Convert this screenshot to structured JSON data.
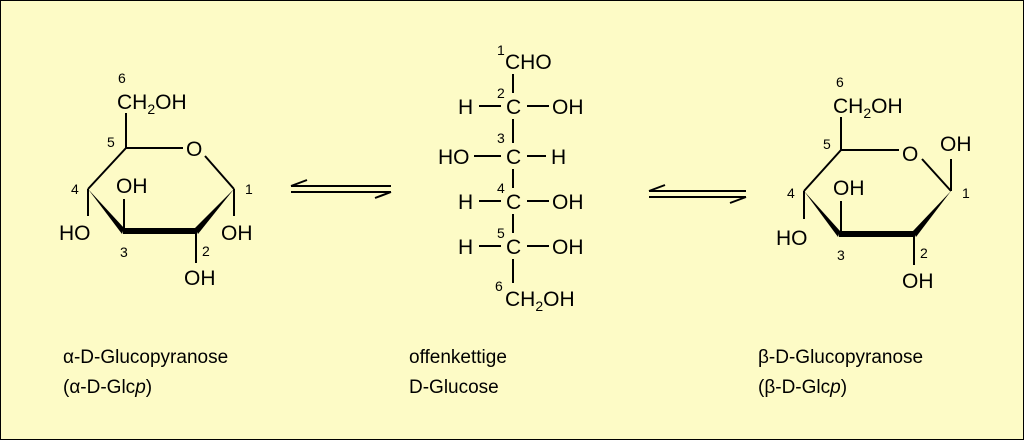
{
  "alpha": {
    "ch2oh": {
      "a": "CH",
      "sub": "2",
      "b": "OH"
    },
    "ring_o": "O",
    "oh3": "OH",
    "ho4": "HO",
    "oh2": "OH",
    "oh1": "OH",
    "nums": [
      "1",
      "2",
      "3",
      "4",
      "5",
      "6"
    ],
    "caption_line1": "α-D-Glucopyranose",
    "caption_line2_pre": "(α-D-Glc",
    "caption_line2_italic": "p",
    "caption_line2_post": ")"
  },
  "open": {
    "cho": "CHO",
    "rows": [
      {
        "left": "H",
        "right": "OH"
      },
      {
        "left": "HO",
        "right": "H"
      },
      {
        "left": "H",
        "right": "OH"
      },
      {
        "left": "H",
        "right": "OH"
      }
    ],
    "carbon": "C",
    "ch2oh": {
      "a": "CH",
      "sub": "2",
      "b": "OH"
    },
    "nums": [
      "1",
      "2",
      "3",
      "4",
      "5",
      "6"
    ],
    "caption_line1": "offenkettige",
    "caption_line2": "D-Glucose"
  },
  "beta": {
    "ch2oh": {
      "a": "CH",
      "sub": "2",
      "b": "OH"
    },
    "ring_o": "O",
    "oh3": "OH",
    "ho4": "HO",
    "oh2": "OH",
    "oh1": "OH",
    "nums": [
      "1",
      "2",
      "3",
      "4",
      "5",
      "6"
    ],
    "caption_line1": "β-D-Glucopyranose",
    "caption_line2_pre": "(β-D-Glc",
    "caption_line2_italic": "p",
    "caption_line2_post": ")"
  },
  "colors": {
    "background": "#fdfbc6",
    "ink": "#000000"
  }
}
